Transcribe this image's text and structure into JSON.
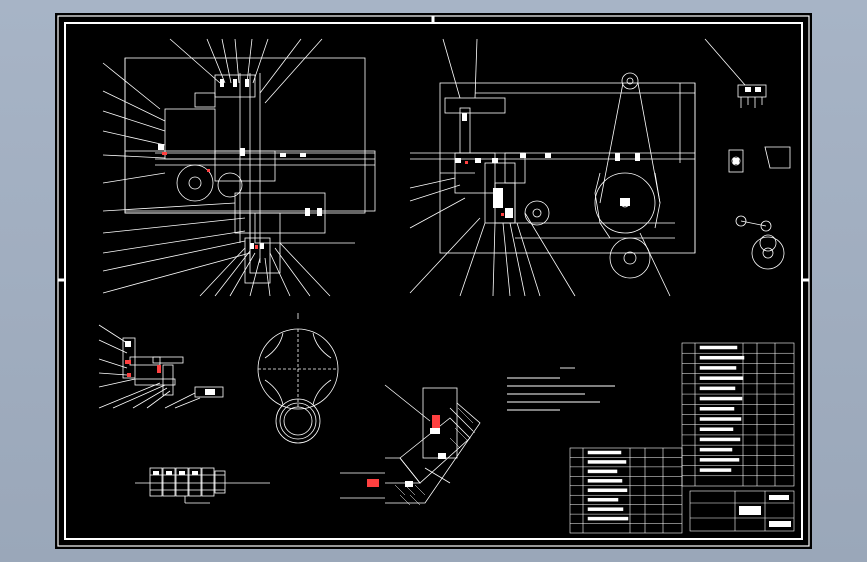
{
  "viewport": {
    "background": "#a0aec0",
    "sheet_color": "#000000",
    "line_color": "#ffffff",
    "accent_color": "#ff4040",
    "gray_line": "#b8b8b8"
  },
  "title_block": {
    "rows_main": 14,
    "rows_lower": 9
  },
  "icons": [
    "cam-disc",
    "gear-wheel",
    "belt-pulley"
  ]
}
